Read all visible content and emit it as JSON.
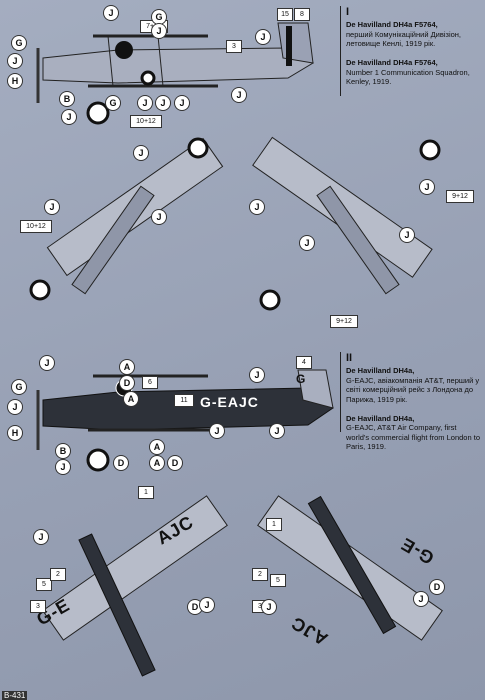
{
  "section1": {
    "number": "I",
    "title_ua": "De Havilland DH4a F5764,",
    "desc_ua": "перший Комунікаційний Дивізіон, летовище Кенлі, 1919 рік.",
    "title_en": "De Havilland DH4a F5764,",
    "desc_en": "Number 1 Communication Squadron, Kenley, 1919."
  },
  "section2": {
    "number": "II",
    "title_ua": "De Havilland DH4a,",
    "desc_ua": "G-EAJC, авіакомпанія AT&T, перший у світі комерційний рейс з Лондона до Парижа, 1919 рік.",
    "title_en": "De Havilland DH4a,",
    "desc_en": "G-EAJC, AT&T Air Company, first world's commercial flight from London to Paris, 1919.",
    "registration": "G-EAJC",
    "wing_reg_left_1": "G-E",
    "wing_reg_left_2": "AJC",
    "wing_reg_right_1": "G-E",
    "wing_reg_right_2": "AJC"
  },
  "boxes": {
    "b1": "1",
    "b2": "2",
    "b3": "3",
    "b4": "4",
    "b5": "5",
    "b6": "6",
    "b7_13": "7+13",
    "b8": "8",
    "b9_12": "9+12",
    "b10_12": "10+12",
    "b11": "11",
    "b15": "15"
  },
  "letters": {
    "A": "A",
    "B": "B",
    "D": "D",
    "G": "G",
    "H": "H",
    "J": "J"
  },
  "footer": {
    "code": "B-431"
  }
}
